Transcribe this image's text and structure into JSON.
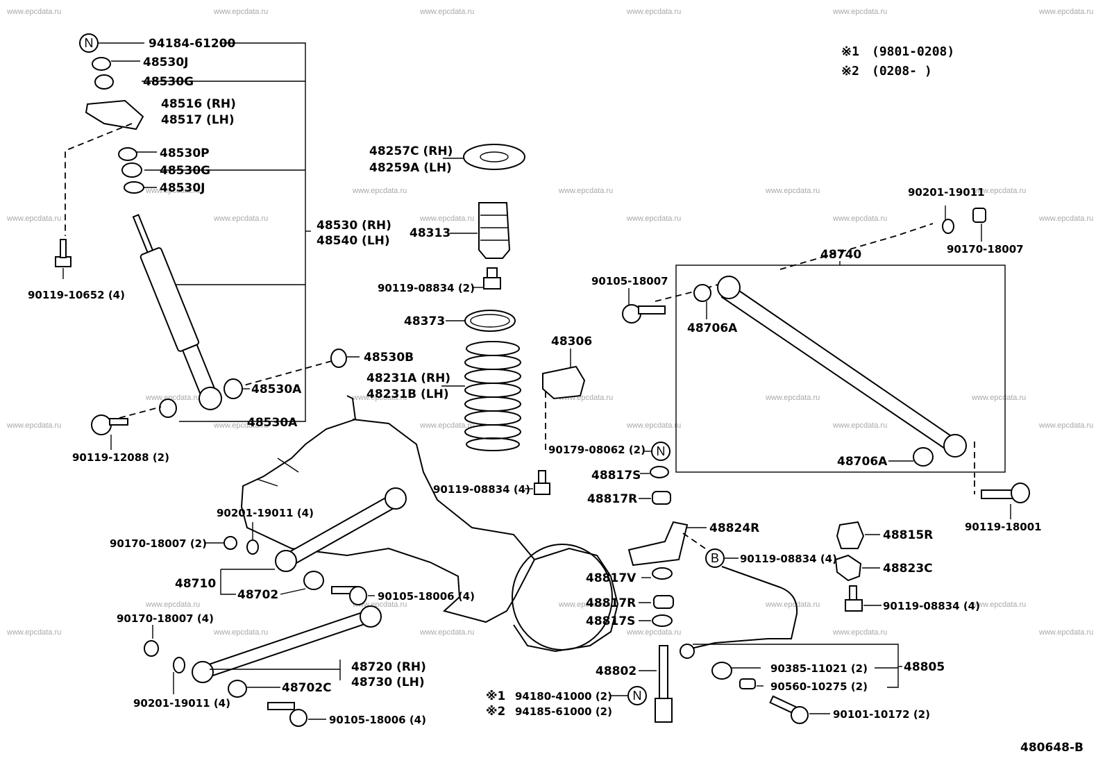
{
  "watermark": "www.epcdata.ru",
  "diagram_code": "480648-B",
  "notes": [
    {
      "mark": "※1",
      "text": "(9801-0208)"
    },
    {
      "mark": "※2",
      "text": "(0208-        )"
    }
  ],
  "badges": {
    "new": "N",
    "b": "B"
  },
  "parts": {
    "p94184_61200": "94184-61200",
    "p48530J_top": "48530J",
    "p48530G_top": "48530G",
    "p48516": "48516 (RH)",
    "p48517": "48517 (LH)",
    "p48530P": "48530P",
    "p48530G_mid": "48530G",
    "p48530J_mid": "48530J",
    "p48530_rh": "48530 (RH)",
    "p48540_lh": "48540 (LH)",
    "p90119_10652": "90119-10652 (4)",
    "p48530B": "48530B",
    "p48530A_a": "48530A",
    "p48530A_b": "48530A",
    "p90119_12088": "90119-12088 (2)",
    "p48257C": "48257C (RH)",
    "p48259A": "48259A (LH)",
    "p48313": "48313",
    "p90119_08834_2": "90119-08834 (2)",
    "p48373": "48373",
    "p48231A": "48231A (RH)",
    "p48231B": "48231B (LH)",
    "p48306": "48306",
    "p90179_08062": "90179-08062 (2)",
    "p48817S_a": "48817S",
    "p48817R_a": "48817R",
    "p90119_08834_4a": "90119-08834 (4)",
    "p90201_19011_top": "90201-19011",
    "p90170_18007_top": "90170-18007",
    "p48740": "48740",
    "p90105_18007": "90105-18007",
    "p48706A_a": "48706A",
    "p48706A_b": "48706A",
    "p90119_18001": "90119-18001",
    "p90201_19011_4a": "90201-19011 (4)",
    "p90170_18007_2": "90170-18007 (2)",
    "p48710": "48710",
    "p48702": "48702",
    "p90105_18006_a": "90105-18006 (4)",
    "p90170_18007_4": "90170-18007 (4)",
    "p48720": "48720 (RH)",
    "p48730": "48730 (LH)",
    "p48702C": "48702C",
    "p90201_19011_4b": "90201-19011 (4)",
    "p90105_18006_b": "90105-18006 (4)",
    "p48824R": "48824R",
    "p48817V": "48817V",
    "p48817R_b": "48817R",
    "p48817S_b": "48817S",
    "p90119_08834_4b": "90119-08834 (4)",
    "p48815R": "48815R",
    "p48823C": "48823C",
    "p90119_08834_4c": "90119-08834 (4)",
    "p48802": "48802",
    "p94180_41000": "94180-41000 (2)",
    "p94185_61000": "94185-61000 (2)",
    "p90385_11021": "90385-11021 (2)",
    "p48805": "48805",
    "p90560_10275": "90560-10275 (2)",
    "p90101_10172": "90101-10172 (2)",
    "mark1": "※1",
    "mark2": "※2"
  }
}
